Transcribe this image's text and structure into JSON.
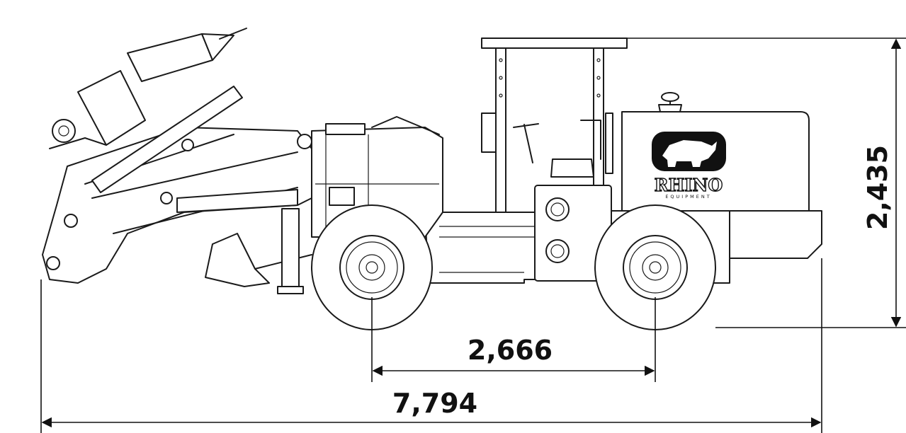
{
  "dimensions": {
    "wheelbase_label": "2,666",
    "overall_length_label": "7,794",
    "height_label": "2,435"
  },
  "logo": {
    "brand": "RHINO",
    "subtext": "EQUIPMENT"
  }
}
